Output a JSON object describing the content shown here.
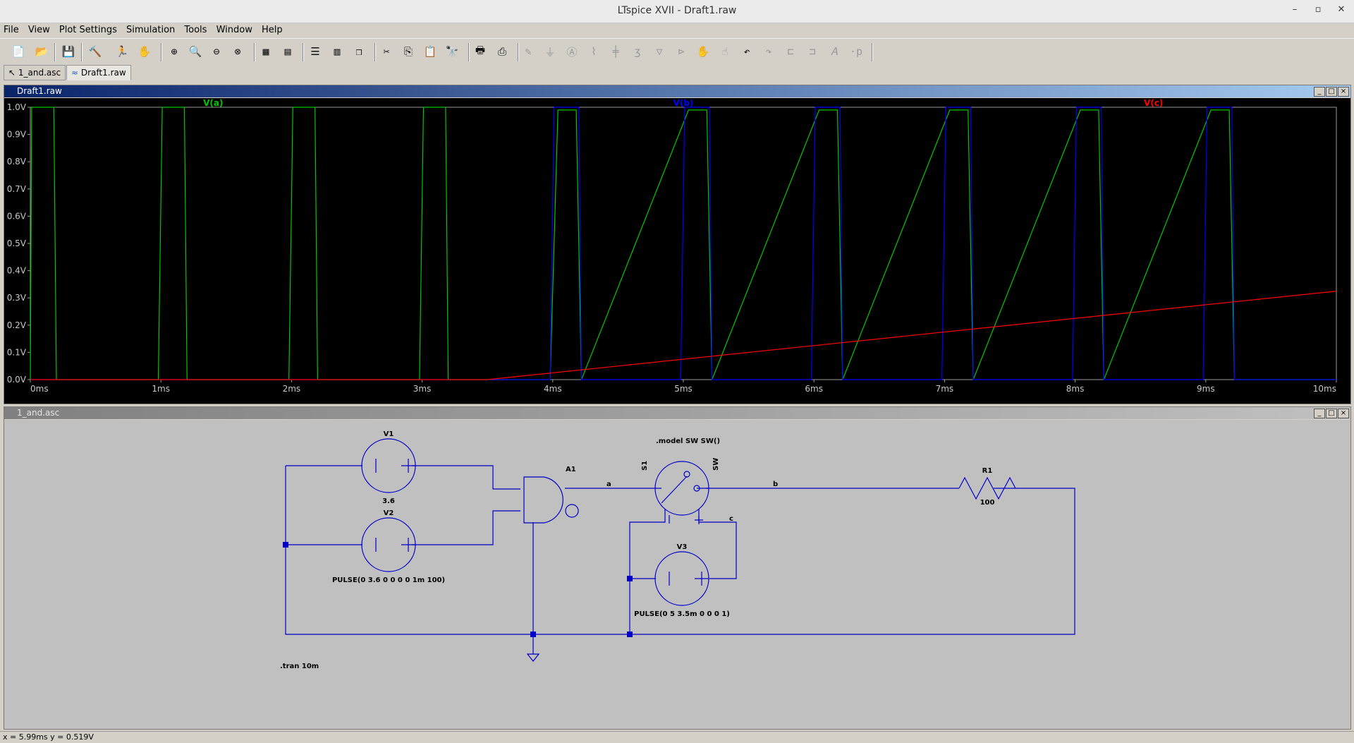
{
  "window": {
    "title": "LTspice XVII - Draft1.raw"
  },
  "menu": [
    "File",
    "View",
    "Plot Settings",
    "Simulation",
    "Tools",
    "Window",
    "Help"
  ],
  "tabs": [
    {
      "label": "1_and.asc",
      "active": false
    },
    {
      "label": "Draft1.raw",
      "active": true
    }
  ],
  "waveform_pane": {
    "title": "Draft1.raw"
  },
  "schematic_pane": {
    "title": "1_and.asc"
  },
  "chart_data": {
    "type": "line",
    "title": "",
    "xlabel": "",
    "ylabel": "",
    "xlim": [
      0,
      10
    ],
    "ylim": [
      0,
      1
    ],
    "x_ticks": [
      "0ms",
      "1ms",
      "2ms",
      "3ms",
      "4ms",
      "5ms",
      "6ms",
      "7ms",
      "8ms",
      "9ms",
      "10ms"
    ],
    "y_ticks": [
      "0.0V",
      "0.1V",
      "0.2V",
      "0.3V",
      "0.4V",
      "0.5V",
      "0.6V",
      "0.7V",
      "0.8V",
      "0.9V",
      "1.0V"
    ],
    "background": "#000000",
    "series": [
      {
        "name": "V(a)",
        "color": "#00c800",
        "x": [
          0,
          0.01,
          0.03,
          0.18,
          0.2,
          0.98,
          1.01,
          1.03,
          1.18,
          1.2,
          1.98,
          2.01,
          2.03,
          2.18,
          2.2,
          2.98,
          3.01,
          3.03,
          3.18,
          3.2,
          3.98,
          4.04,
          4.18,
          4.22,
          5.04,
          5.18,
          5.22,
          6.04,
          6.18,
          6.22,
          7.04,
          7.18,
          7.22,
          8.04,
          8.18,
          8.22,
          9.04,
          9.18,
          9.22,
          10
        ],
        "y": [
          0,
          1,
          1,
          1,
          0,
          0,
          1,
          1,
          1,
          0,
          0,
          1,
          1,
          1,
          0,
          0,
          1,
          1,
          1,
          0,
          0,
          0.99,
          0.99,
          0,
          0.99,
          0.99,
          0,
          0.99,
          0.99,
          0,
          0.99,
          0.99,
          0,
          0.99,
          0.99,
          0,
          0.99,
          0.99,
          0,
          0
        ]
      },
      {
        "name": "V(b)",
        "color": "#0000ff",
        "x": [
          0,
          3.98,
          4.01,
          4.2,
          4.22,
          4.98,
          5.01,
          5.2,
          5.22,
          5.98,
          6.01,
          6.2,
          6.22,
          6.98,
          7.01,
          7.2,
          7.22,
          7.98,
          8.01,
          8.2,
          8.22,
          8.98,
          9.01,
          9.2,
          9.22,
          10
        ],
        "y": [
          0,
          0,
          1,
          1,
          0,
          0,
          1,
          1,
          0,
          0,
          1,
          1,
          0,
          0,
          1,
          1,
          0,
          0,
          1,
          1,
          0,
          0,
          1,
          1,
          0,
          0
        ]
      },
      {
        "name": "V(c)",
        "color": "#ff0000",
        "x": [
          0,
          3.5,
          10
        ],
        "y": [
          0,
          0,
          0.325
        ]
      }
    ]
  },
  "schematic": {
    "components": [
      {
        "ref": "V1",
        "value": "3.6"
      },
      {
        "ref": "V2",
        "value": "PULSE(0 3.6 0 0 0 0 1m 100)"
      },
      {
        "ref": "V3",
        "value": "PULSE(0 5 3.5m 0 0 0 1)"
      },
      {
        "ref": "A1",
        "value": ""
      },
      {
        "ref": "S1",
        "value": "SW"
      },
      {
        "ref": "R1",
        "value": "100"
      }
    ],
    "nets": [
      "a",
      "b",
      "c"
    ],
    "directives": [
      ".model SW SW()",
      ".tran 10m"
    ]
  },
  "status": {
    "cursor": "x = 5.99ms    y = 0.519V"
  }
}
